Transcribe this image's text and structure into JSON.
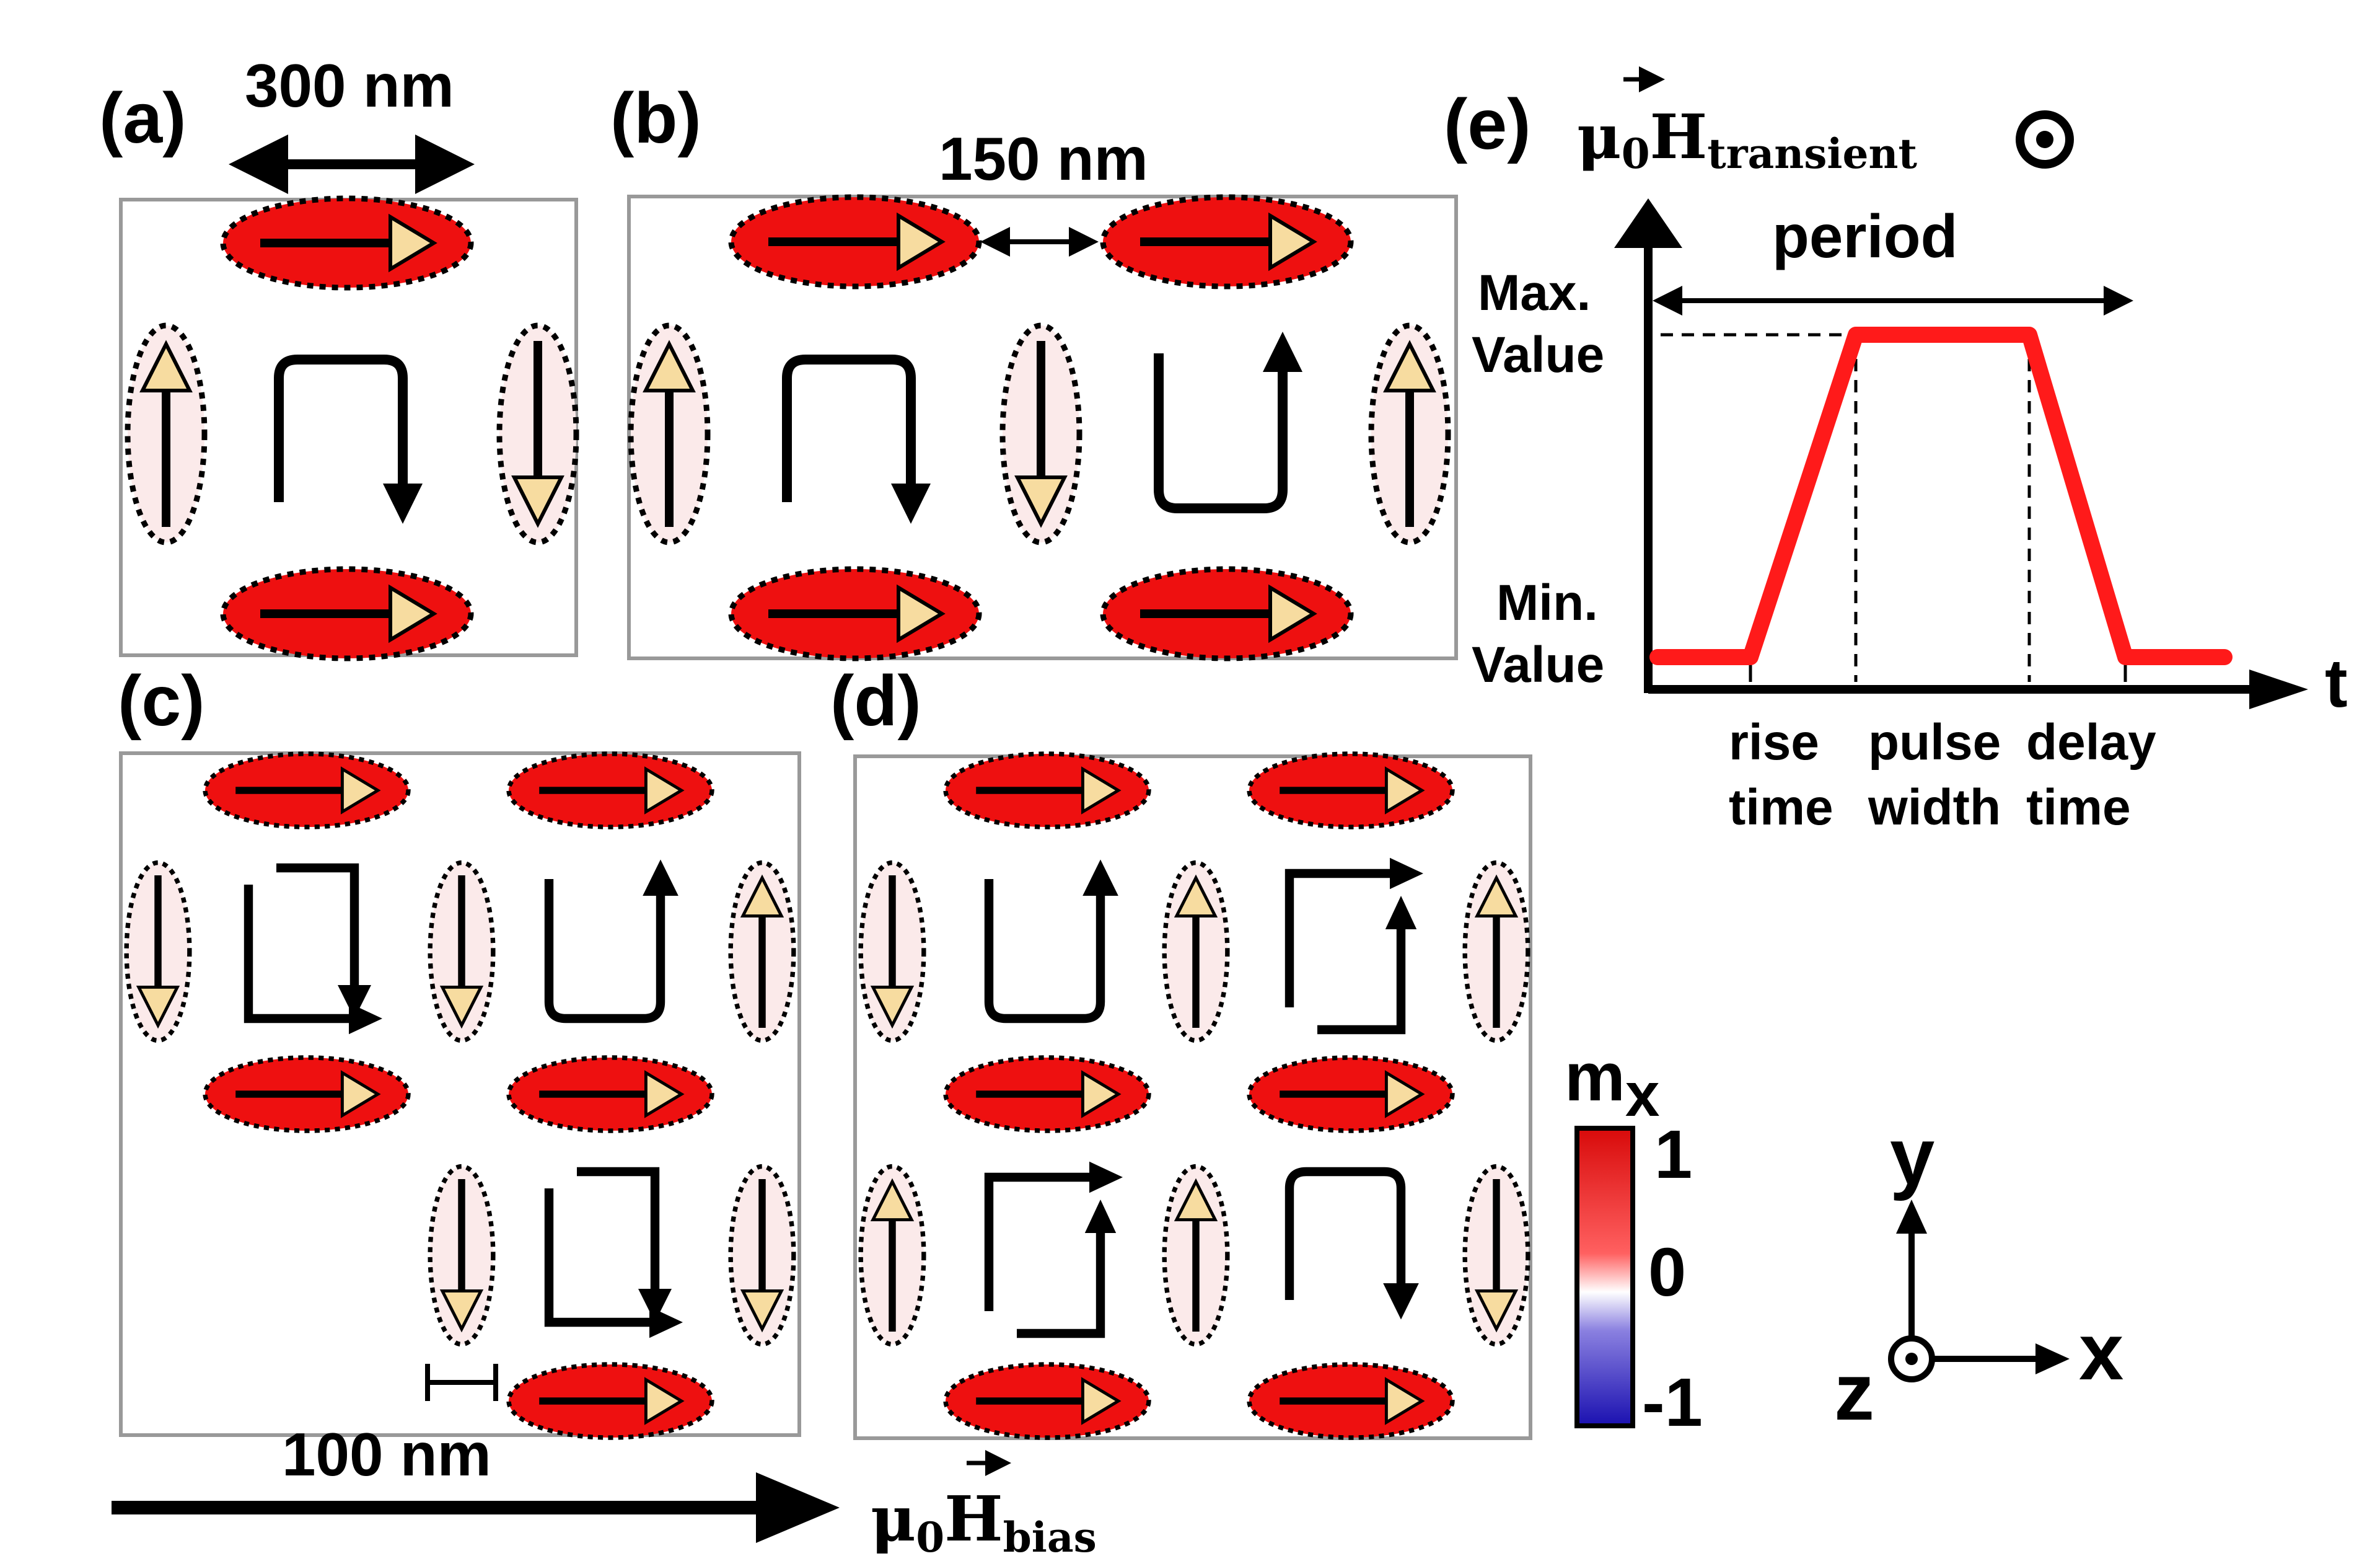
{
  "panels": {
    "a": {
      "label": "(a)",
      "dimension": "300 nm"
    },
    "b": {
      "label": "(b)",
      "dimension": "150 nm"
    },
    "c": {
      "label": "(c)",
      "dimension": "100 nm"
    },
    "d": {
      "label": "(d)"
    },
    "e": {
      "label": "(e)",
      "field_mu": "μ",
      "field_sub0": "0",
      "field_H": "H",
      "field_sub": "transient",
      "period": "period",
      "max_line1": "Max.",
      "max_line2": "Value",
      "min_line1": "Min.",
      "min_line2": "Value",
      "t_axis": "t",
      "phase1_line1": "rise",
      "phase1_line2": "time",
      "phase2_line1": "pulse",
      "phase2_line2": "width",
      "phase3_line1": "delay",
      "phase3_line2": "time"
    }
  },
  "bias": {
    "mu": "μ",
    "sub0": "0",
    "H": "H",
    "sub": "bias"
  },
  "colorbar": {
    "title_m": "m",
    "title_sub": "x",
    "ticks": [
      "1",
      "0",
      "-1"
    ],
    "colors": {
      "top": "#e01010",
      "mid": "#ffffff",
      "bottom": "#1a10b0"
    }
  },
  "axes": {
    "y": "y",
    "x": "x",
    "z": "z"
  },
  "colors": {
    "magnet": "#ee1010",
    "arrowhead": "#f7dca0",
    "vertical_magnet": "#fbeaea",
    "pulse": "#ff1a1a"
  }
}
